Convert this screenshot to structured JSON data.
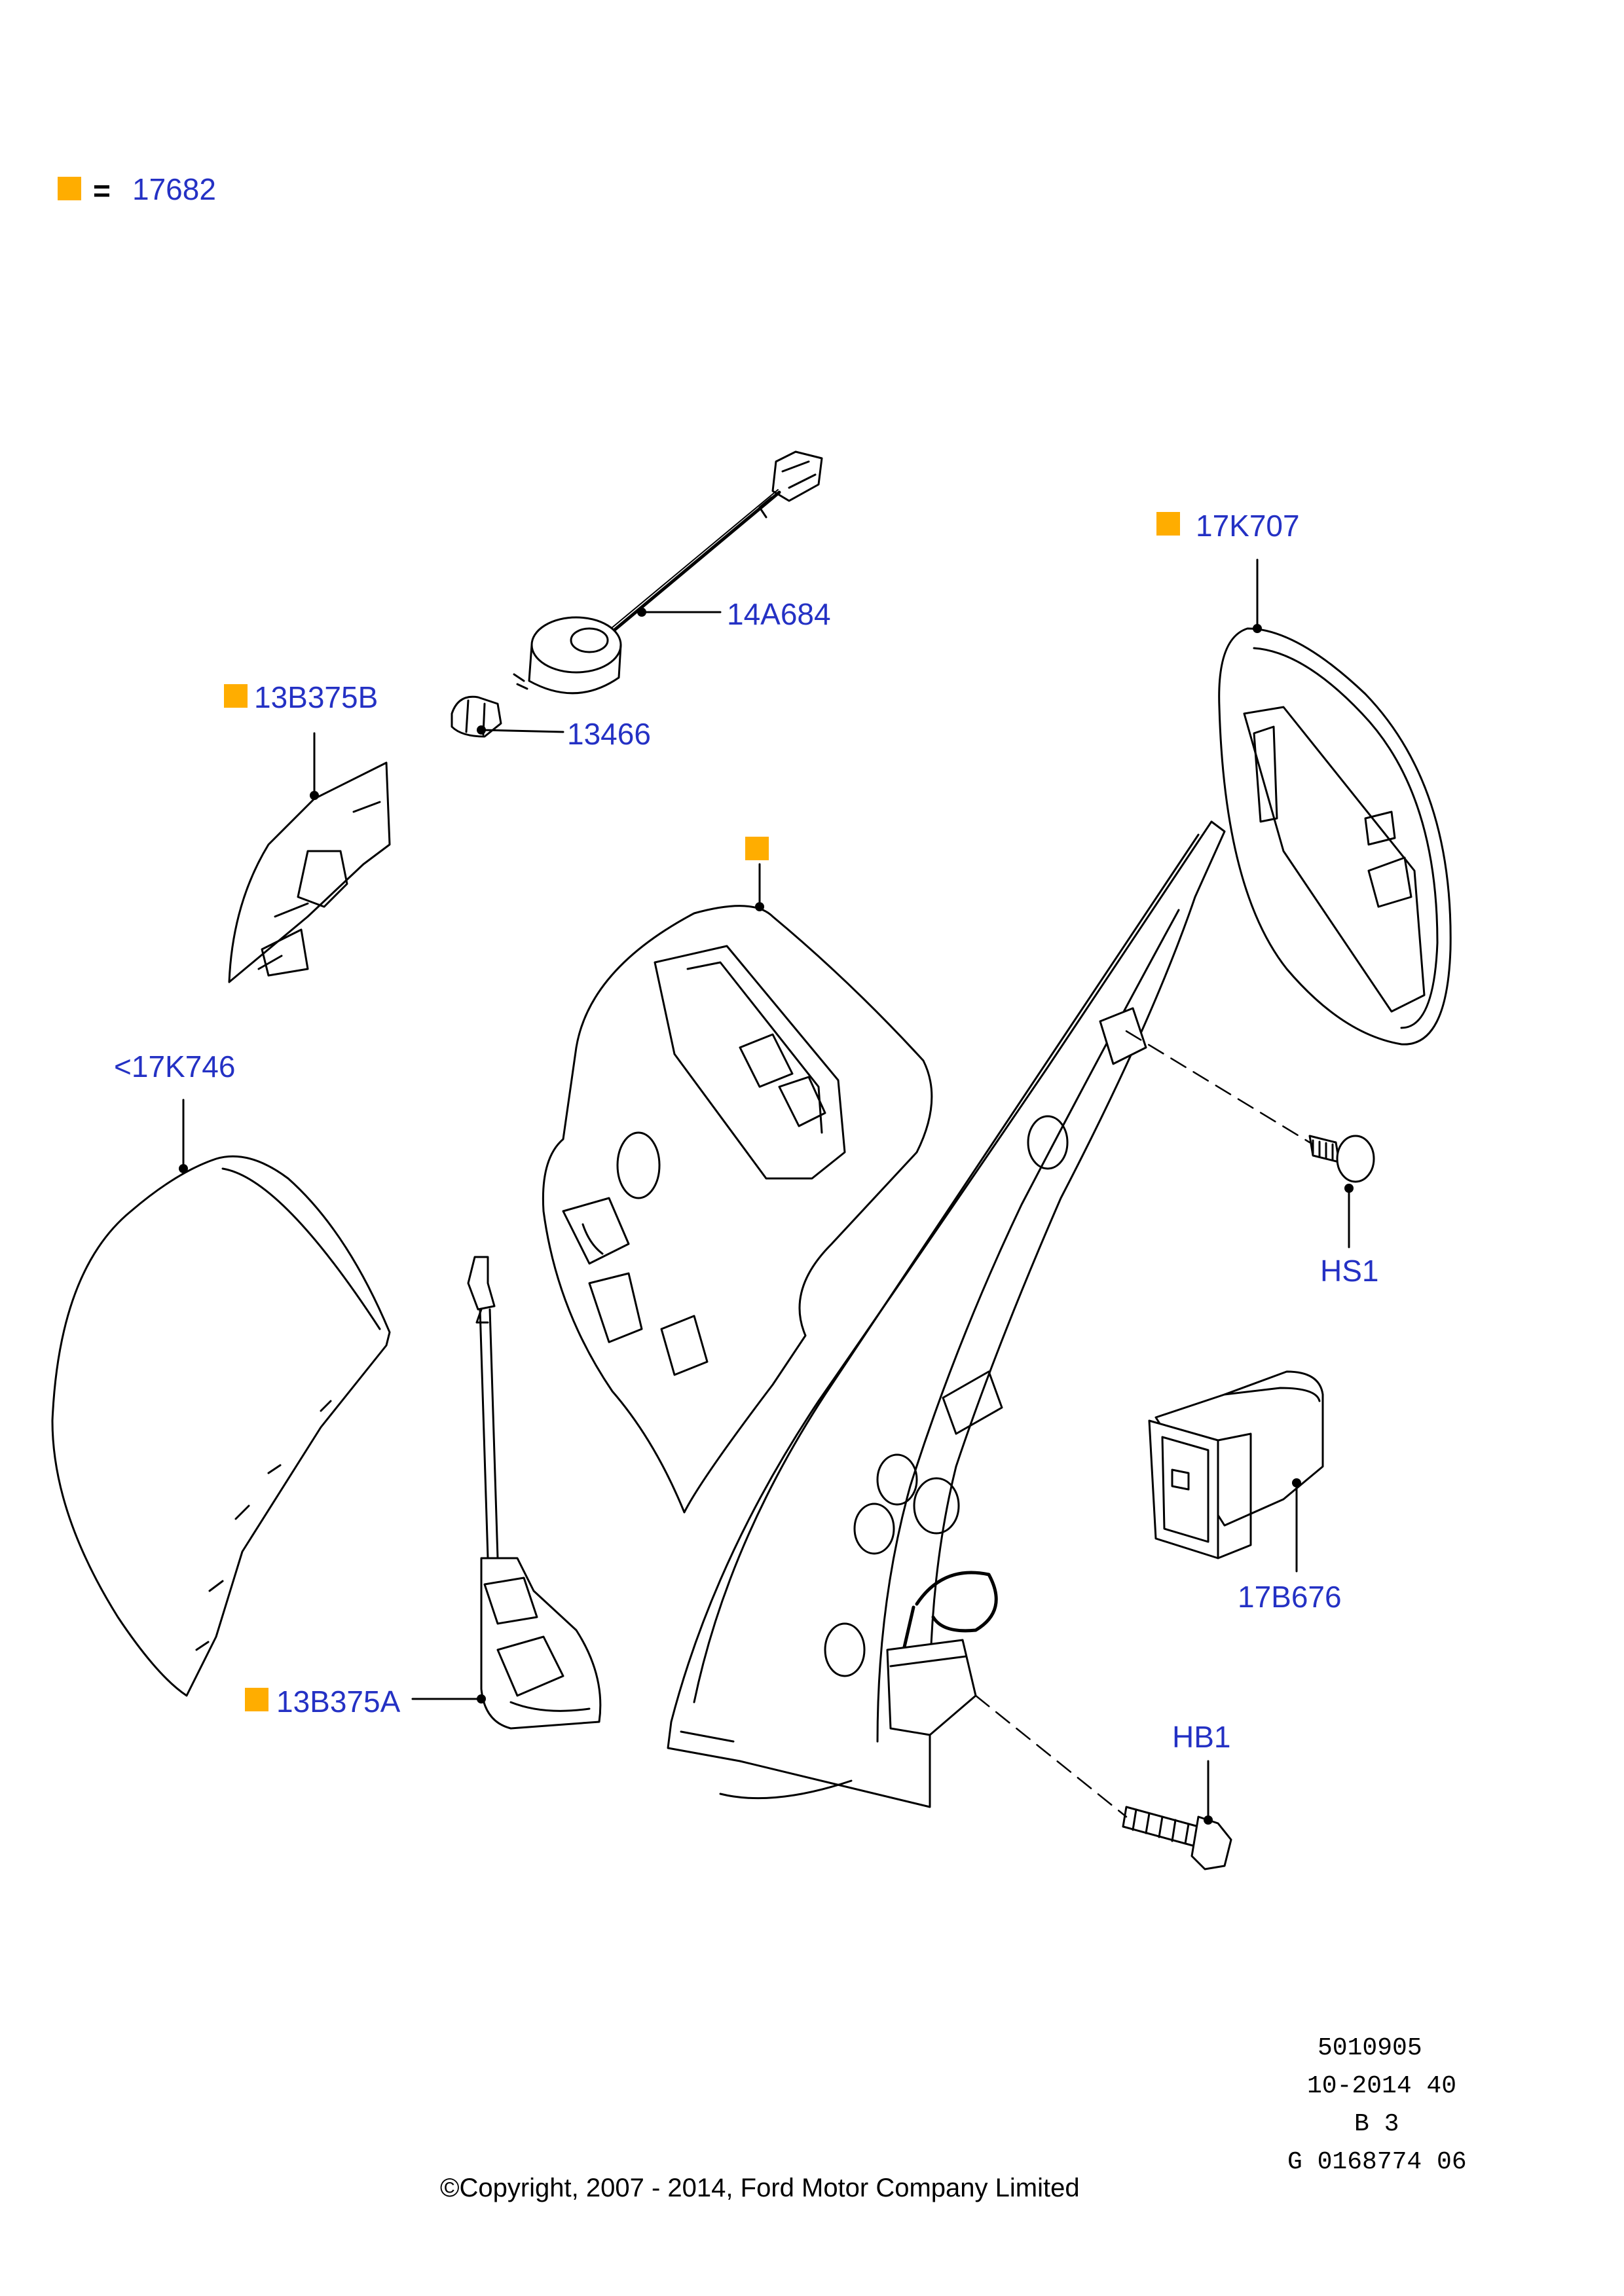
{
  "legend": {
    "equals": "=",
    "part": "17682",
    "color": "#ffad00"
  },
  "callouts": {
    "p_14A684": "14A684",
    "p_13466": "13466",
    "p_13B375B": "13B375B",
    "p_17K707": "17K707",
    "p_17K746": "<17K746",
    "p_HS1": "HS1",
    "p_17B676": "17B676",
    "p_13B375A": "13B375A",
    "p_HB1": "HB1"
  },
  "meta": {
    "line1": "5010905",
    "line2": "10-2014 40",
    "line3": "B 3",
    "line4": "G 0168774 06"
  },
  "copyright": "©Copyright, 2007 - 2014, Ford Motor Company Limited",
  "colors": {
    "label": "#2431c4",
    "marker": "#ffad00",
    "line": "#000000"
  }
}
